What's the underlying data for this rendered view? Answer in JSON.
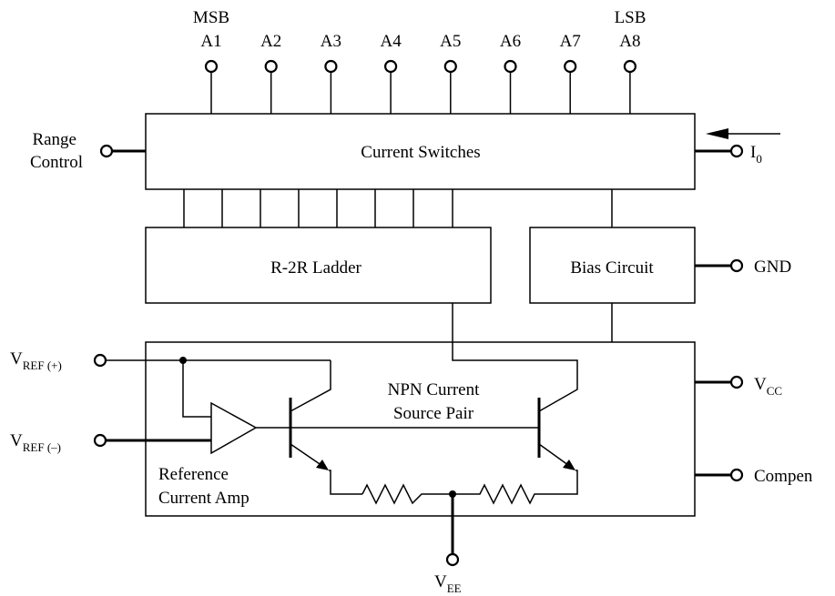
{
  "bit_header": {
    "msb": "MSB",
    "lsb": "LSB"
  },
  "bits": [
    "A1",
    "A2",
    "A3",
    "A4",
    "A5",
    "A6",
    "A7",
    "A8"
  ],
  "blocks": {
    "current_switches": "Current Switches",
    "r2r_ladder": "R-2R Ladder",
    "bias_circuit": "Bias Circuit",
    "npn_line1": "NPN Current",
    "npn_line2": "Source Pair",
    "ref_amp_line1": "Reference",
    "ref_amp_line2": "Current Amp"
  },
  "pins": {
    "range_line1": "Range",
    "range_line2": "Control",
    "io_main": "I",
    "io_sub": "0",
    "gnd": "GND",
    "vcc_main": "V",
    "vcc_sub": "CC",
    "compen": "Compen",
    "vref_main": "V",
    "vref_pos_sub": "REF (+)",
    "vref_neg_sub": "REF (–)",
    "vee_main": "V",
    "vee_sub": "EE"
  }
}
